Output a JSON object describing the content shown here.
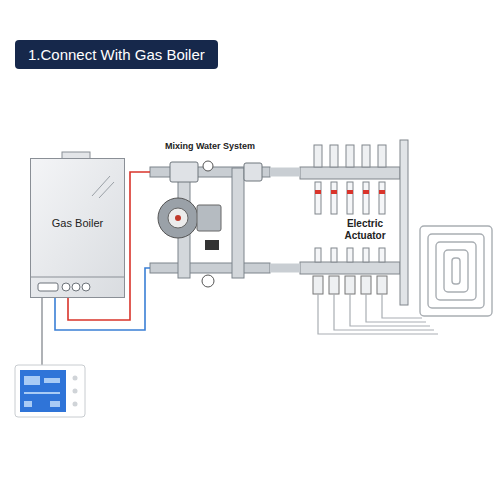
{
  "diagram": {
    "title": "1.Connect With Gas Boiler",
    "nodes": [
      {
        "text": [
          "Gas Boiler"
        ]
      },
      {
        "text": [
          "Mixing Water System"
        ]
      },
      {
        "text": [
          "Electric Actuator"
        ]
      }
    ],
    "edges": [
      {
        "from": 0,
        "to": 1,
        "arrow": "none"
      },
      {
        "from": 1,
        "to": 0,
        "arrow": "none"
      },
      {
        "from": 1,
        "to": 2,
        "arrow": "none"
      },
      {
        "from": 1,
        "to": 2,
        "arrow": "none"
      }
    ]
  }
}
